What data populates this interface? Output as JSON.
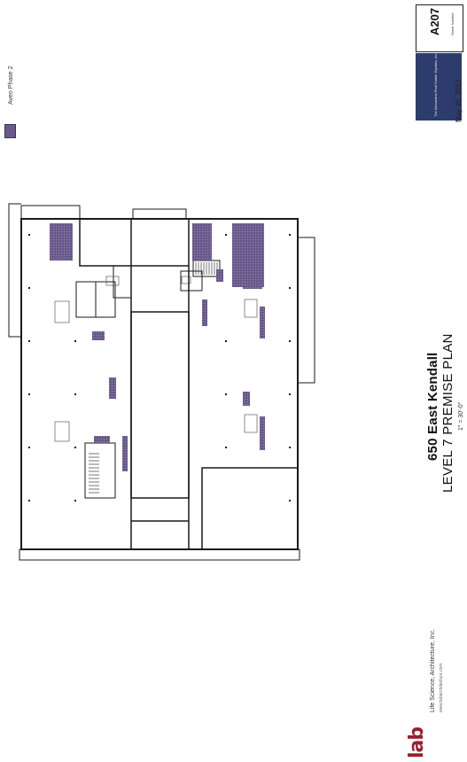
{
  "legend": {
    "label": "Aveo Phase 2",
    "swatch_color": "#6a5a8c"
  },
  "title": {
    "building": "650 East Kendall",
    "plan": "LEVEL 7 PREMISE PLAN",
    "scale": "1\" = 30'-0\""
  },
  "title_block": {
    "sheet_number": "A207",
    "sheet_caption": "Sheet Number",
    "date": "May 20, 2013",
    "owner_logo_text": "The Alexandria Real Estate Equities, Inc."
  },
  "firm": {
    "logo": "lab",
    "name": "Life Science, Architecture, Inc.",
    "web": "www.labarchitecture.com"
  },
  "colors": {
    "aveo_hatch": "#6a5a8c",
    "wall": "#1a1a1a",
    "brand_red": "#9a1f2e",
    "owner_blue": "#2c3c6c"
  }
}
